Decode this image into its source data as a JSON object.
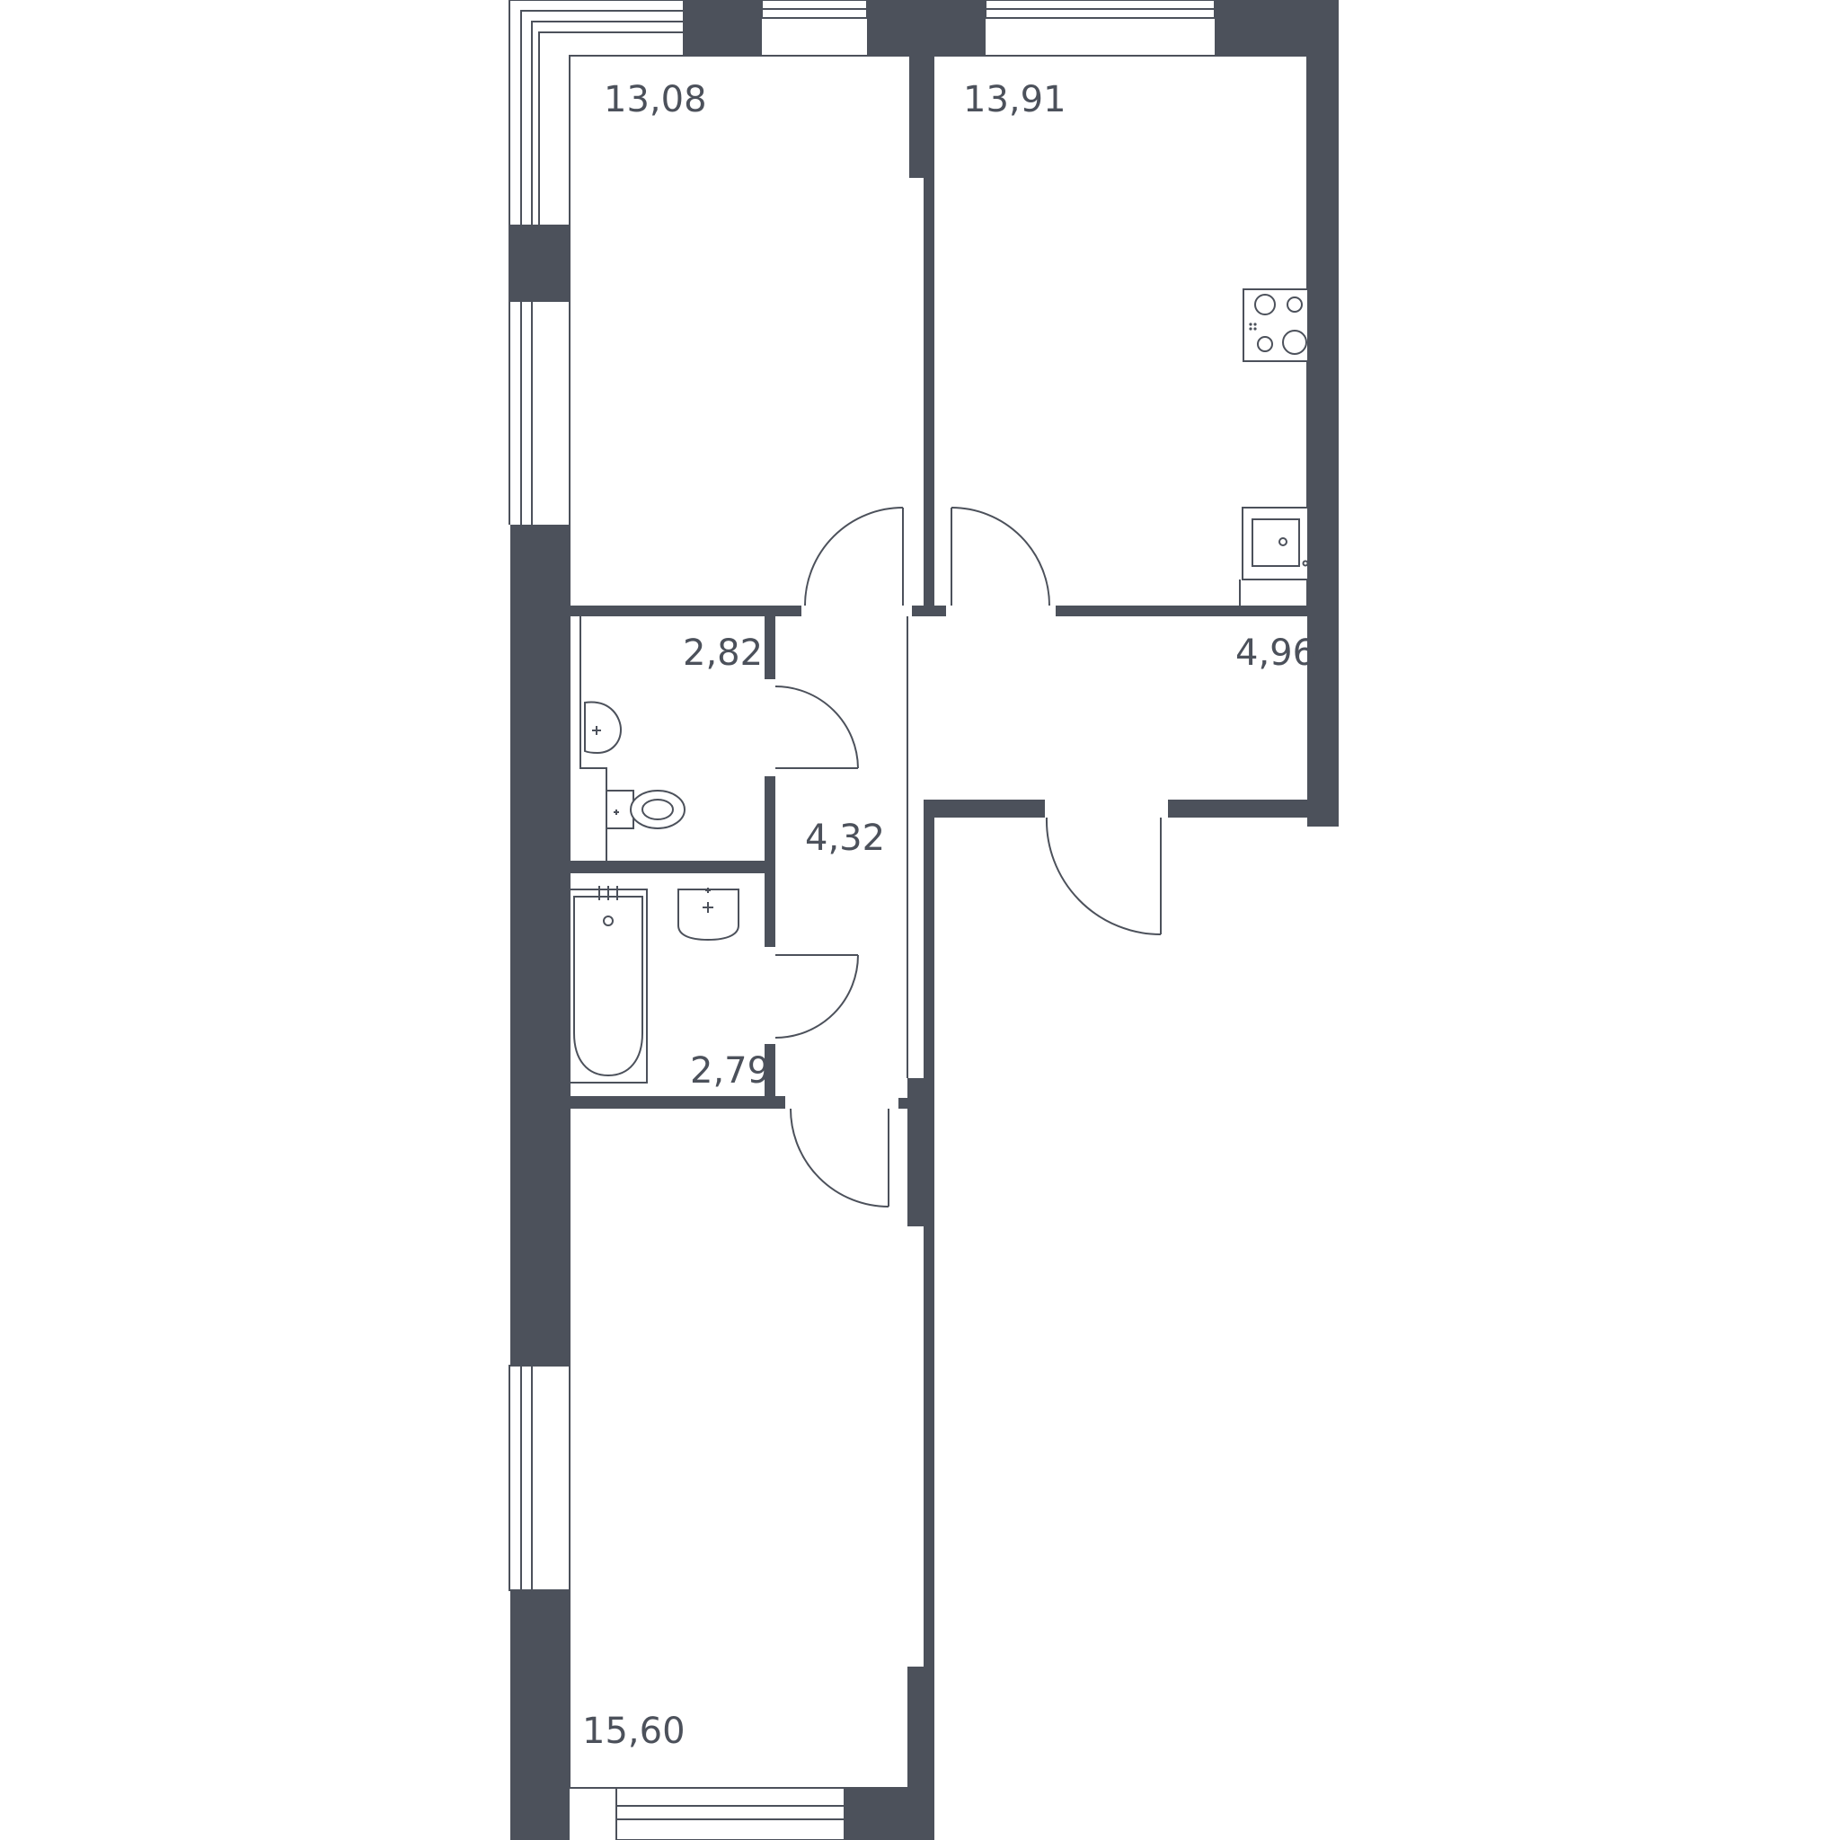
{
  "colors": {
    "wall": "#4c515b",
    "background": "#ffffff"
  },
  "rooms": {
    "bedroom_top": {
      "area": "13,08"
    },
    "kitchen": {
      "area": "13,91"
    },
    "toilet": {
      "area": "2,82"
    },
    "entry_hall": {
      "area": "4,96"
    },
    "corridor": {
      "area": "4,32"
    },
    "bathroom": {
      "area": "2,79"
    },
    "bedroom_bottom": {
      "area": "15,60"
    }
  },
  "fixtures": [
    "stove-icon",
    "sink-icon",
    "washbasin-icon",
    "toilet-icon",
    "bathtub-icon"
  ]
}
